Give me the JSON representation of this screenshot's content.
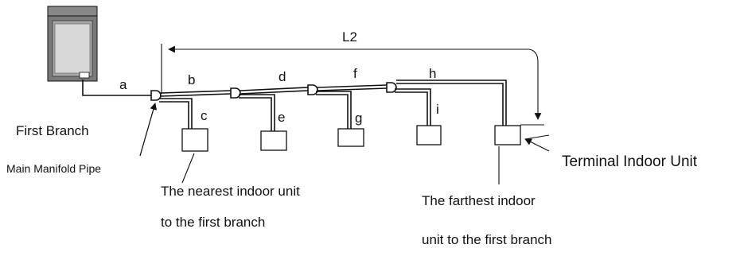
{
  "labels": {
    "l2": "L2",
    "a": "a",
    "b": "b",
    "c": "c",
    "d": "d",
    "e": "e",
    "f": "f",
    "g": "g",
    "h": "h",
    "i": "i"
  },
  "annotations": {
    "first_branch": "First Branch",
    "main_manifold_pipe": "Main Manifold Pipe",
    "terminal_indoor_unit": "Terminal Indoor Unit",
    "nearest_line1": "The nearest indoor unit",
    "nearest_line2": "to the first branch",
    "farthest_line1": "The farthest  indoor",
    "farthest_line2": "unit to the first branch"
  },
  "icons": [
    "outdoor-unit-icon",
    "branch-joint-icon",
    "indoor-unit-icon",
    "arrow-icon"
  ]
}
